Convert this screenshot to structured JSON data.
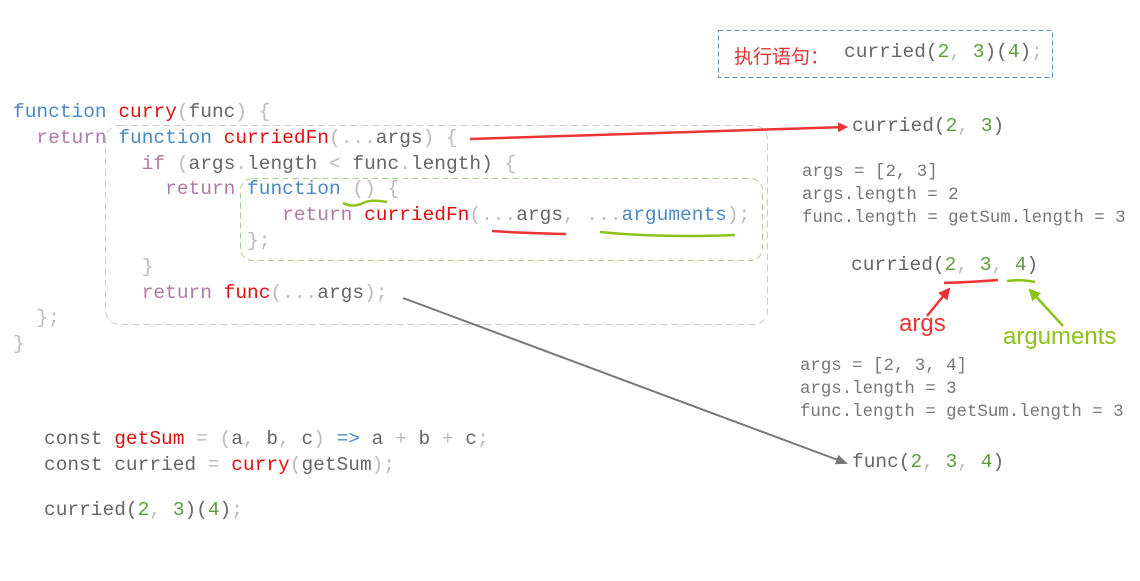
{
  "title_box": {
    "label": "执行语句：",
    "code": [
      [
        "curried(",
        "id"
      ],
      [
        "2",
        "num"
      ],
      [
        ", ",
        "p"
      ],
      [
        "3",
        "num"
      ],
      [
        ")(",
        "id"
      ],
      [
        "4",
        "num"
      ],
      [
        ")",
        "id"
      ],
      [
        ";",
        "p"
      ]
    ]
  },
  "curry_code": [
    [
      [
        "function",
        "kw"
      ],
      [
        " ",
        ""
      ],
      [
        "curry",
        "fn"
      ],
      [
        "(",
        "p"
      ],
      [
        "func",
        "id"
      ],
      [
        ") {",
        "p"
      ]
    ],
    [
      [
        "  return",
        "ret"
      ],
      [
        " ",
        ""
      ],
      [
        "function",
        "kw"
      ],
      [
        " ",
        ""
      ],
      [
        "curriedFn",
        "fn"
      ],
      [
        "(...",
        "p"
      ],
      [
        "args",
        "id"
      ],
      [
        ") {",
        "p"
      ]
    ],
    [
      [
        "           if",
        "ret"
      ],
      [
        " (",
        "p"
      ],
      [
        "args",
        "id"
      ],
      [
        ".",
        "p"
      ],
      [
        "length",
        "id"
      ],
      [
        " < ",
        "p"
      ],
      [
        "func",
        "id"
      ],
      [
        ".",
        "p"
      ],
      [
        "length",
        "id"
      ],
      [
        ")",
        "id"
      ],
      [
        " {",
        "p"
      ]
    ],
    [
      [
        "             return",
        "ret"
      ],
      [
        " ",
        ""
      ],
      [
        "function",
        "kw"
      ],
      [
        " ()",
        "p"
      ],
      [
        " {",
        "p"
      ]
    ],
    [
      [
        "                       return",
        "ret"
      ],
      [
        " ",
        ""
      ],
      [
        "curriedFn",
        "fn"
      ],
      [
        "(...",
        "p"
      ],
      [
        "args",
        "id"
      ],
      [
        ", ...",
        "p"
      ],
      [
        "arguments",
        "kw"
      ],
      [
        ");",
        "p"
      ]
    ],
    [
      [
        "                    };",
        "p"
      ]
    ],
    [
      [
        "           }",
        "p"
      ]
    ],
    [
      [
        "           return",
        "ret"
      ],
      [
        " ",
        ""
      ],
      [
        "func",
        "fn"
      ],
      [
        "(...",
        "p"
      ],
      [
        "args",
        "id"
      ],
      [
        ");",
        "p"
      ]
    ],
    [
      [
        "  };",
        "p"
      ]
    ],
    [
      [
        "}",
        "p"
      ]
    ]
  ],
  "usage_code": [
    [
      [
        "const ",
        "id"
      ],
      [
        "getSum",
        "fn"
      ],
      [
        " = (",
        "p"
      ],
      [
        "a",
        "id"
      ],
      [
        ", ",
        "p"
      ],
      [
        "b",
        "id"
      ],
      [
        ", ",
        "p"
      ],
      [
        "c",
        "id"
      ],
      [
        ") ",
        "p"
      ],
      [
        "=>",
        "kw"
      ],
      [
        " a ",
        "id"
      ],
      [
        "+",
        "p"
      ],
      [
        " b ",
        "id"
      ],
      [
        "+",
        "p"
      ],
      [
        " c",
        "id"
      ],
      [
        ";",
        "p"
      ]
    ],
    [
      [
        "const curried ",
        "id"
      ],
      [
        "= ",
        "p"
      ],
      [
        "curry",
        "fn"
      ],
      [
        "(",
        "p"
      ],
      [
        "getSum",
        "id"
      ],
      [
        ");",
        "p"
      ]
    ],
    [
      [
        "",
        "p"
      ]
    ],
    [
      [
        "curried(",
        "id"
      ],
      [
        "2",
        "num"
      ],
      [
        ", ",
        "p"
      ],
      [
        "3",
        "num"
      ],
      [
        ")(",
        "id"
      ],
      [
        "4",
        "num"
      ],
      [
        ")",
        "id"
      ],
      [
        ";",
        "p"
      ]
    ]
  ],
  "call1": [
    [
      [
        "curried(",
        "id"
      ],
      [
        "2",
        "num"
      ],
      [
        ", ",
        "p"
      ],
      [
        "3",
        "num"
      ],
      [
        ")",
        "id"
      ]
    ]
  ],
  "info1": [
    [
      [
        "args = [2, 3]",
        "txt"
      ]
    ],
    [
      [
        "args.length = 2",
        "txt"
      ]
    ],
    [
      [
        "func.length = getSum.length = 3",
        "txt"
      ]
    ]
  ],
  "call2": [
    [
      [
        "curried(",
        "id"
      ],
      [
        "2",
        "num"
      ],
      [
        ", ",
        "p"
      ],
      [
        "3",
        "num"
      ],
      [
        ", ",
        "p"
      ],
      [
        "4",
        "num"
      ],
      [
        ")",
        "id"
      ]
    ]
  ],
  "info2": [
    [
      [
        "args = [2, 3, 4]",
        "txt"
      ]
    ],
    [
      [
        "args.length = 3",
        "txt"
      ]
    ],
    [
      [
        "func.length = getSum.length = 3",
        "txt"
      ]
    ]
  ],
  "call3": [
    [
      [
        "func(",
        "id"
      ],
      [
        "2",
        "num"
      ],
      [
        ", ",
        "p"
      ],
      [
        "3",
        "num"
      ],
      [
        ", ",
        "p"
      ],
      [
        "4",
        "num"
      ],
      [
        ")",
        "id"
      ]
    ]
  ],
  "annotations": {
    "args": "args",
    "arguments": "arguments"
  },
  "colors": {
    "red": "#ee3333",
    "green": "#8cc21a",
    "blue_dash": "#5a8fc8",
    "gray_arrow": "#777777"
  }
}
